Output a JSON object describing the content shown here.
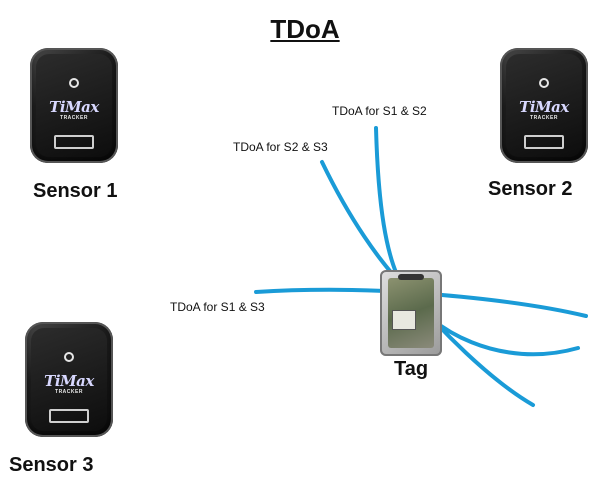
{
  "title": "TDoA",
  "sensors": [
    {
      "label": "Sensor 1",
      "brand": "TiMax",
      "tracker_text": "TRACKER"
    },
    {
      "label": "Sensor 2",
      "brand": "TiMax",
      "tracker_text": "TRACKER"
    },
    {
      "label": "Sensor 3",
      "brand": "TiMax",
      "tracker_text": "TRACKER"
    }
  ],
  "tag": {
    "label": "Tag"
  },
  "curves": [
    {
      "label": "TDoA for S1 & S2"
    },
    {
      "label": "TDoA for S2 & S3"
    },
    {
      "label": "TDoA for S1 & S3"
    }
  ],
  "colors": {
    "curve": "#1a9bd7",
    "text": "#111111",
    "background": "#ffffff"
  }
}
